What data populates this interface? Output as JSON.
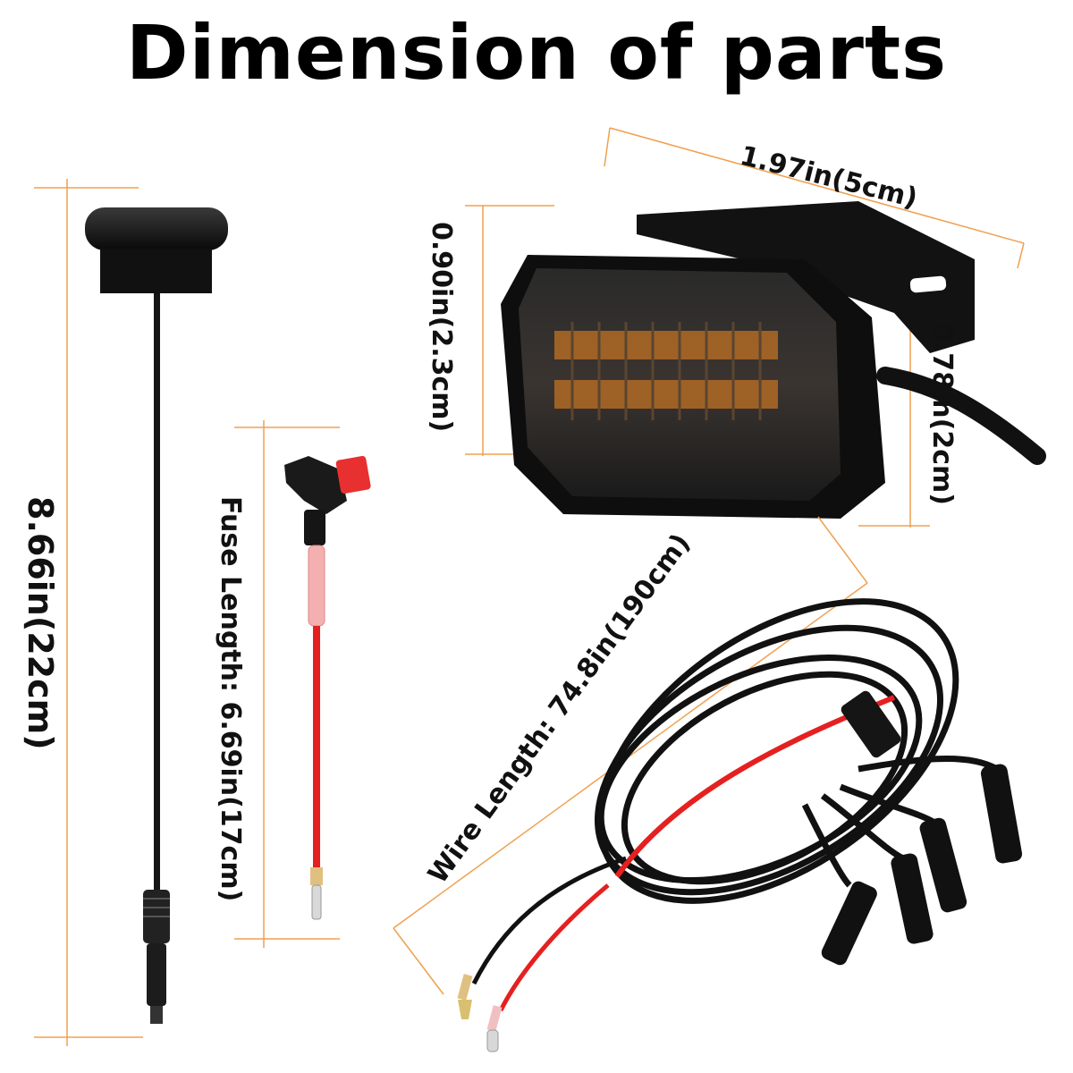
{
  "title": "Dimension of parts",
  "colors": {
    "dimension_line": "#f0a050",
    "background": "#ffffff",
    "led_amber": "#e08a2a",
    "wire_red": "#e52020",
    "wire_black": "#111111"
  },
  "labels": {
    "sensor_length": "8.66in(22cm)",
    "fuse_length": "Fuse Length: 6.69in(17cm)",
    "light_width": "1.97in(5cm)",
    "light_height": "0.90in(2.3cm)",
    "light_depth": "0.78in(2cm)",
    "wire_length": "Wire Length: 74.8in(190cm)"
  }
}
